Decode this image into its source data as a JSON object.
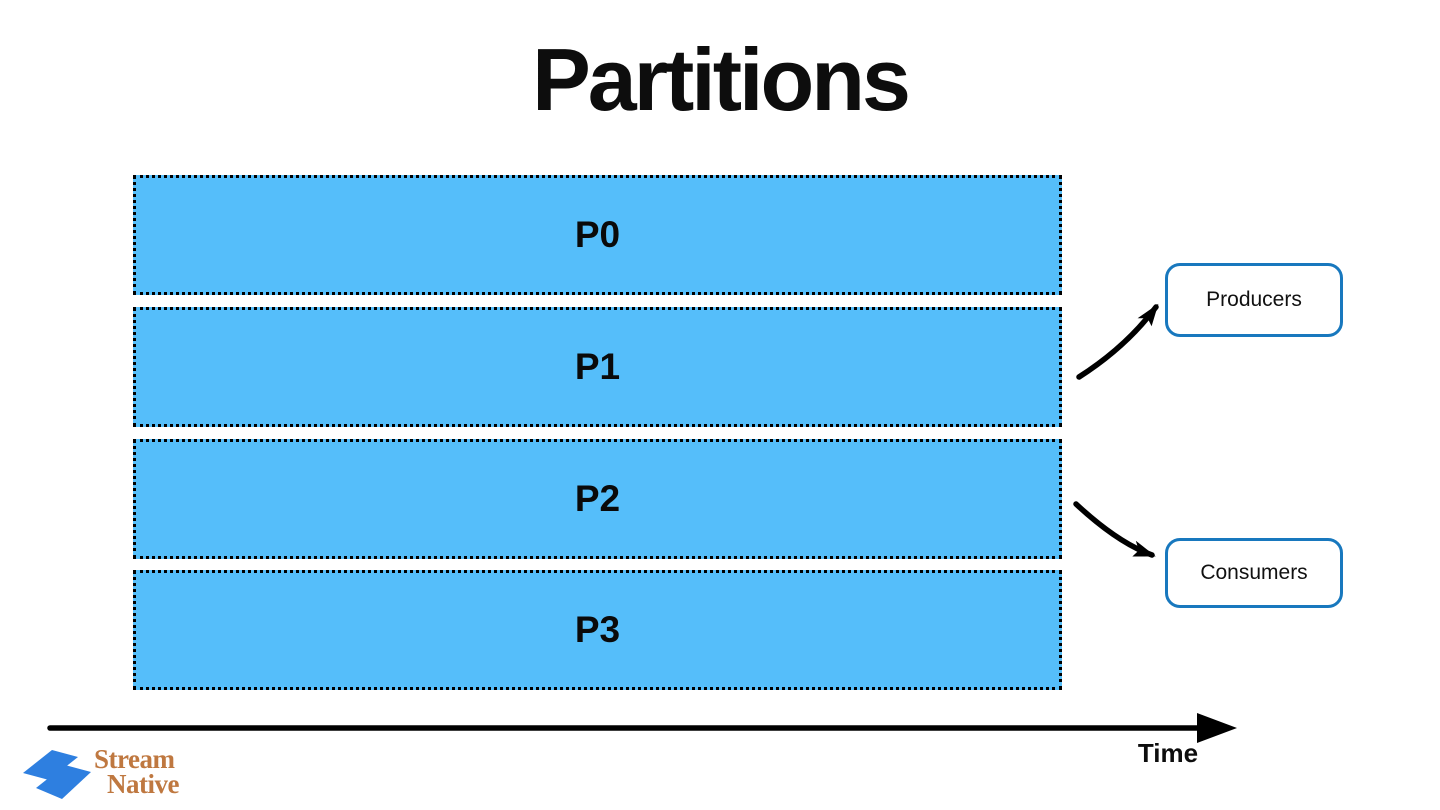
{
  "title": "Partitions",
  "partitions": [
    {
      "label": "P0"
    },
    {
      "label": "P1"
    },
    {
      "label": "P2"
    },
    {
      "label": "P3"
    }
  ],
  "endpoints": {
    "producers": "Producers",
    "consumers": "Consumers"
  },
  "axis": {
    "label": "Time"
  },
  "logo": {
    "line1": "Stream",
    "line2": "Native"
  },
  "icons": {
    "producer_arrow": "curved-arrow-icon",
    "consumer_arrow": "curved-arrow-icon",
    "time_axis": "right-arrow-axis-icon",
    "logo_mark": "streamnative-logo-icon"
  },
  "colors": {
    "partition_fill": "#55befa",
    "partition_border": "#000000",
    "endpoint_border": "#1878be",
    "arrow": "#000000",
    "title_text": "#0d0d0d",
    "logo_blue": "#2e7fe0",
    "logo_orange": "#bf7840"
  }
}
